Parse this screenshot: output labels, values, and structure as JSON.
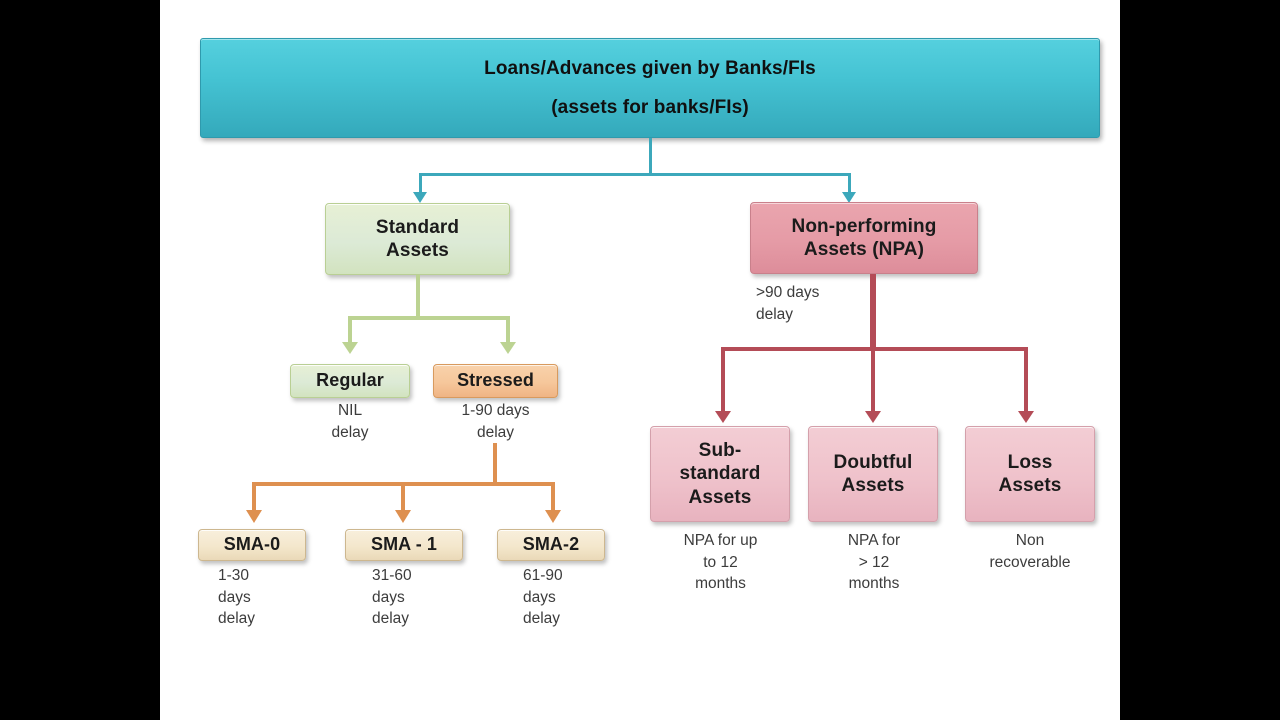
{
  "diagram": {
    "root": {
      "line1": "Loans/Advances given by Banks/FIs",
      "line2": "(assets for banks/FIs)"
    },
    "branches": {
      "standard": {
        "label": "Standard\nAssets",
        "children": [
          {
            "label": "Regular",
            "caption": "NIL\ndelay"
          },
          {
            "label": "Stressed",
            "caption": "1-90 days\ndelay"
          }
        ],
        "sma": [
          {
            "label": "SMA-0",
            "caption": "1-30\ndays\ndelay"
          },
          {
            "label": "SMA - 1",
            "caption": "31-60\ndays\ndelay"
          },
          {
            "label": "SMA-2",
            "caption": "61-90\ndays\ndelay"
          }
        ]
      },
      "npa": {
        "label": "Non-performing\nAssets (NPA)",
        "edge_caption": ">90 days\ndelay",
        "children": [
          {
            "label": "Sub-\nstandard\nAssets",
            "caption": "NPA for up\nto 12\nmonths"
          },
          {
            "label": "Doubtful\nAssets",
            "caption": "NPA for\n> 12\nmonths"
          },
          {
            "label": "Loss\nAssets",
            "caption": "Non\nrecoverable"
          }
        ]
      }
    },
    "colors": {
      "root_box": "#45c3d3",
      "root_connector": "#3ca8bb",
      "standard_box": "#dcead6",
      "standard_connector": "#bcd392",
      "stressed_box": "#f6c79b",
      "sma_connector": "#de9050",
      "sma_box": "#f4e7cc",
      "npa_box": "#e59ba6",
      "npa_connector": "#b44c57",
      "npa_child_box": "#efc2cb",
      "caption_text": "#3c3c3c",
      "letterbox": "#000000",
      "canvas": "#ffffff"
    }
  }
}
